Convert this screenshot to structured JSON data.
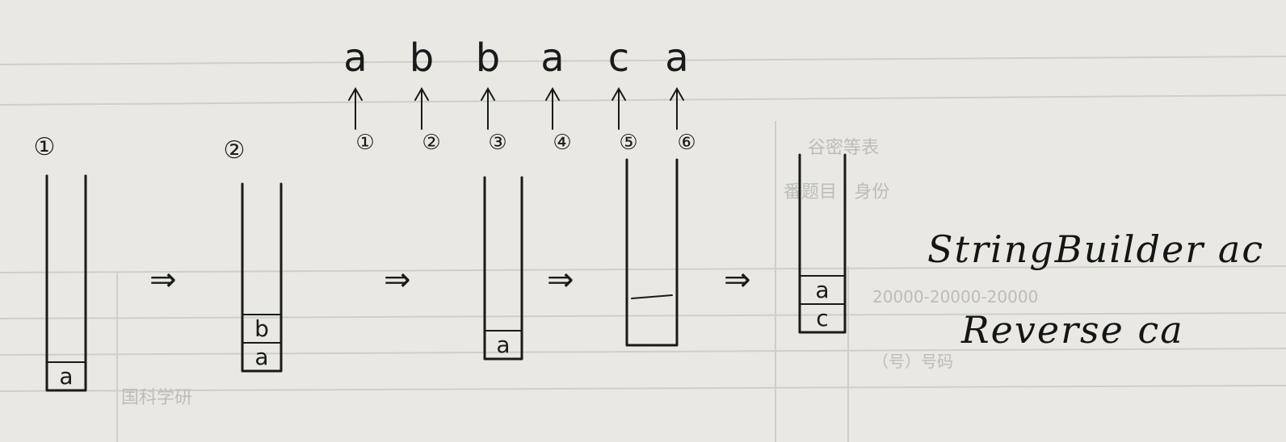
{
  "sequence": {
    "chars": [
      "a",
      "b",
      "b",
      "a",
      "c",
      "a"
    ],
    "step_labels": [
      "①",
      "②",
      "③",
      "④",
      "⑤",
      "⑥"
    ]
  },
  "stages": [
    {
      "label": "①",
      "stack": [
        "a"
      ]
    },
    {
      "label": "②",
      "stack": [
        "a",
        "b"
      ]
    },
    {
      "label": "",
      "stack": [
        "a"
      ]
    },
    {
      "label": "",
      "stack": []
    },
    {
      "label": "",
      "stack": [
        "c",
        "a"
      ]
    }
  ],
  "transition_symbol": "⇒",
  "notes": {
    "builder_line": "StringBuilder ac",
    "reverse_line": "Reverse ca"
  },
  "colors": {
    "paper": "#e9e8e3",
    "ink": "#1a1a1a",
    "print_ghost": "#bdbdb8"
  }
}
